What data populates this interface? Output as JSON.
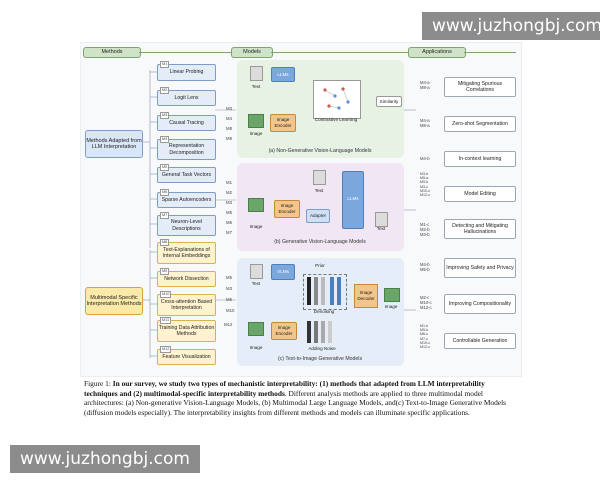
{
  "watermark_top": "www.juzhongbj.com",
  "watermark_bottom": "www.juzhongbj.com",
  "headers": {
    "methods": "Methods",
    "models": "Models",
    "applications": "Applications"
  },
  "categories": {
    "llm": "Methods Adapted from LLM Interpretation",
    "mm": "Multimodal Specific Interpretation Methods"
  },
  "methods": [
    {
      "id": "M1",
      "label": "Linear Probing"
    },
    {
      "id": "M2",
      "label": "Logit Lens"
    },
    {
      "id": "M3",
      "label": "Causal Tracing"
    },
    {
      "id": "M4",
      "label": "Representation Decomposition"
    },
    {
      "id": "M5",
      "label": "General Task Vectors"
    },
    {
      "id": "M6",
      "label": "Sparse Autoencoders"
    },
    {
      "id": "M7",
      "label": "Neuron-Level Descriptions"
    },
    {
      "id": "M8",
      "label": "Text-Explanations of Internal Embeddings"
    },
    {
      "id": "M9",
      "label": "Network Dissection"
    },
    {
      "id": "M10",
      "label": "Cross-attention Based Interpretation"
    },
    {
      "id": "M11",
      "label": "Training Data Attribution Methods"
    },
    {
      "id": "M12",
      "label": "Feature Visualization"
    }
  ],
  "panel_a": {
    "title": "(a) Non-Generative Vision-Language Models",
    "text": "Text",
    "image": "Image",
    "llms": "LLMs",
    "image_encoder": "Image Encoder",
    "contrastive": "Contrastive Learning",
    "similarity": "Similarity",
    "tags": [
      "M3",
      "M4",
      "M8",
      "M9"
    ]
  },
  "panel_b": {
    "title": "(b) Generative Vision-Language Models",
    "text": "Text",
    "image": "Image",
    "image_encoder": "Image Encoder",
    "adapter": "Adapter",
    "llms": "LLMs",
    "out_text": "Text",
    "tags": [
      "M1",
      "M2",
      "M3",
      "M5",
      "M6",
      "M7"
    ]
  },
  "panel_c": {
    "title": "(c) Text-to-Image Generative Models",
    "text": "Text",
    "image": "Image",
    "vlms": "VLMs",
    "image_encoder": "Image Encoder",
    "prior": "Prior",
    "denoising": "Denoising",
    "adding_noise": "Adding Noise",
    "image_decoder": "Image Decoder",
    "out_image": "Image",
    "tags": [
      "M5",
      "M3",
      "M6",
      "M10",
      "M12"
    ]
  },
  "applications": [
    {
      "tags": "M4-a\nM8-a",
      "label": "Mitigating Spurious Correlations"
    },
    {
      "tags": "M4-a\nM8-a",
      "label": "Zero-shot Segmentation"
    },
    {
      "tags": "M4-b",
      "label": "In-context learning"
    },
    {
      "tags": "M3-b\nM5-a\nM9-b\nM3-c\nM10-c\nM12-c",
      "label": "Model Editing"
    },
    {
      "tags": "M1-c\nM2-b\nM3-b",
      "label": "Detecting and Mitigating Hallucinations"
    },
    {
      "tags": "M4-b\nM5-b",
      "label": "Improving Safety and Privacy"
    },
    {
      "tags": "M2-c\nM10-c\nM12-c",
      "label": "Improving Compositionality"
    },
    {
      "tags": "M1-b\nM5-b\nM6-c\nM7-c\nM10-c\nM12-c",
      "label": "Controllable Generation"
    }
  ],
  "caption": {
    "prefix": "Figure 1: ",
    "bold": "In our survey, we study two types of mechanistic interpretability: (1) methods that adapted from LLM interpretability techniques and (2) multimodal-specific interpretability methods",
    "rest": ". Different analysis methods are applied to three multimodal model architectures: (a) Non-generative Vision-Language Models, (b) Multimodal Large Language Models, and(c) Text-to-Image Generative Models (diffusion models especially). The interpretability insights from different methods and models can illuminate specific applications."
  },
  "colors": {
    "panel_a": "#e7f1e4",
    "panel_b": "#f0e6f4",
    "panel_c": "#e5eef8",
    "method_llm": "#e4ecf8",
    "method_mm": "#fff3cf"
  }
}
